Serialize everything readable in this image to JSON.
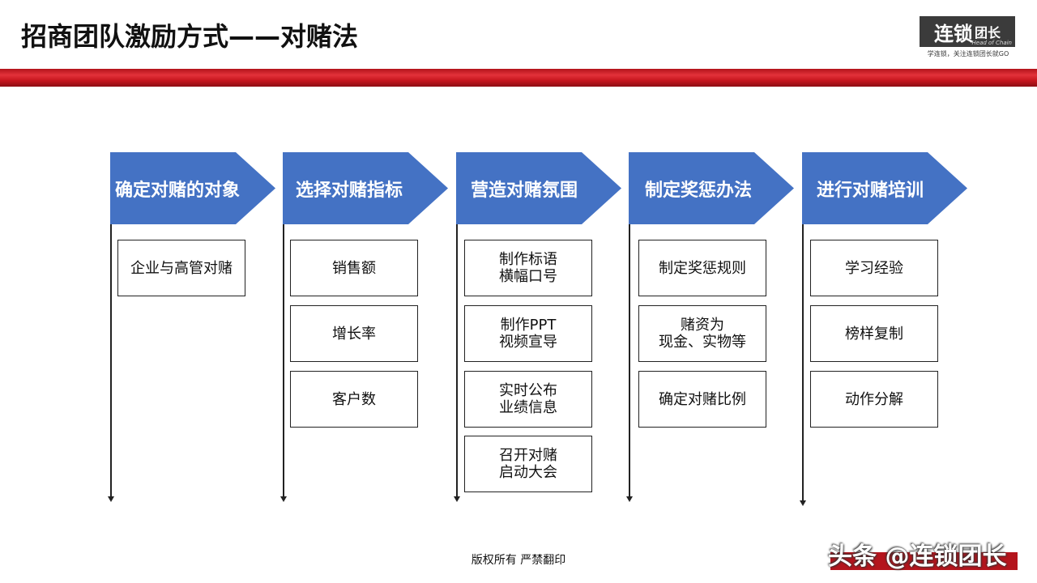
{
  "header": {
    "title": "招商团队激励方式——对赌法"
  },
  "logo": {
    "main": "连锁",
    "small": "团长",
    "sub": "Head of Chain",
    "tagline": "学连锁，关注连锁团长就GO"
  },
  "columns": [
    {
      "heading": "确定对赌的对象",
      "items": [
        [
          "企业与高管对赌"
        ]
      ]
    },
    {
      "heading": "选择对赌指标",
      "items": [
        [
          "销售额"
        ],
        [
          "增长率"
        ],
        [
          "客户数"
        ]
      ]
    },
    {
      "heading": "营造对赌氛围",
      "items": [
        [
          "制作标语",
          "横幅口号"
        ],
        [
          "制作PPT",
          "视频宣导"
        ],
        [
          "实时公布",
          "业绩信息"
        ],
        [
          "召开对赌",
          "启动大会"
        ]
      ]
    },
    {
      "heading": "制定奖惩办法",
      "items": [
        [
          "制定奖惩规则"
        ],
        [
          "赌资为",
          "现金、实物等"
        ],
        [
          "确定对赌比例"
        ]
      ]
    },
    {
      "heading": "进行对赌培训",
      "items": [
        [
          "学习经验"
        ],
        [
          "榜样复制"
        ],
        [
          "动作分解"
        ]
      ]
    }
  ],
  "footer": {
    "copyright": "版权所有  严禁翻印"
  },
  "watermark": {
    "text": "头条 @连锁团长"
  },
  "colors": {
    "chevron": "#4472c4",
    "band": "#c8161f"
  }
}
